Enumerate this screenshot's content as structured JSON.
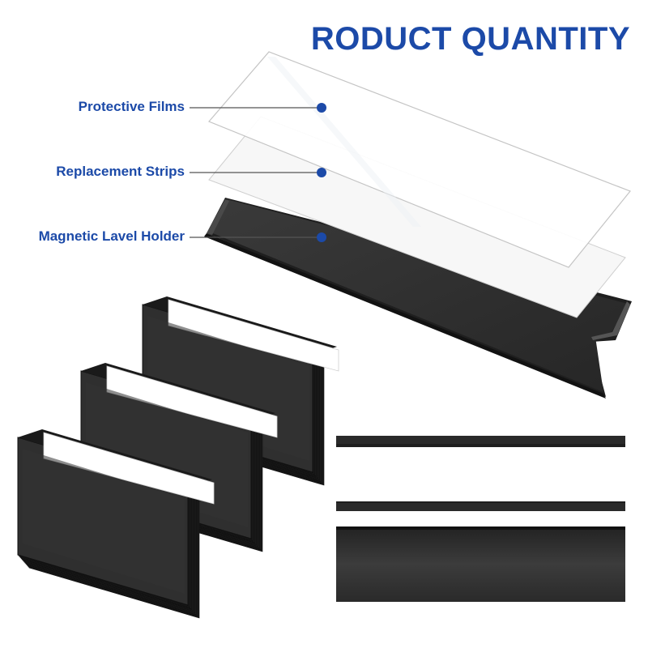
{
  "title": "RODUCT QUANTITY",
  "callouts": [
    {
      "label": "Protective Films",
      "icon": "dot-marker-icon"
    },
    {
      "label": "Replacement Strips",
      "icon": "dot-marker-icon"
    },
    {
      "label": "Magnetic Lavel Holder",
      "icon": "dot-marker-icon"
    }
  ],
  "colors": {
    "accent": "#1c4aa8",
    "holder": "#2e2e2e",
    "holder_dark": "#1a1a1a",
    "strip": "#ffffff"
  }
}
